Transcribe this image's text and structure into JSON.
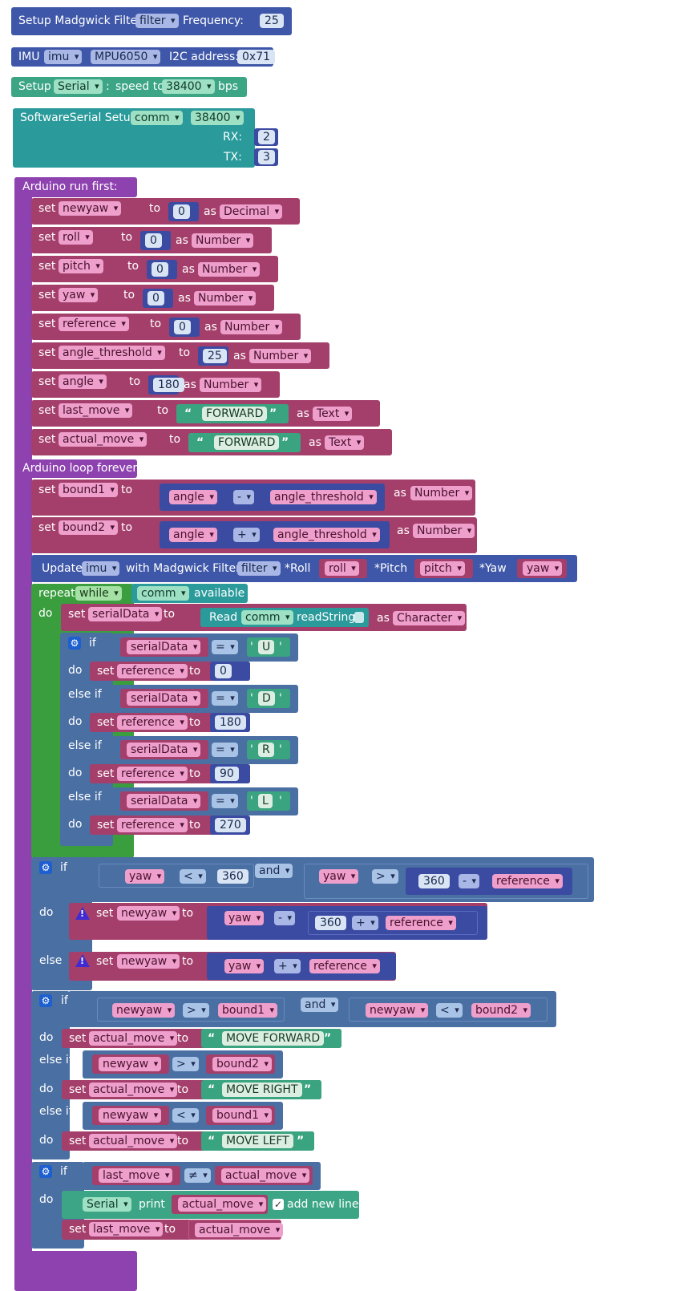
{
  "colors": {
    "imu": "#3f57a8",
    "serial": "#3ca585",
    "softserial": "#2a9a9b",
    "arduino": "#8e42b0",
    "var": "#a43f6b",
    "math": "#3b4ba2",
    "logic": "#4a6fa3",
    "loop": "#3a9d3e",
    "text": "#3aa37f",
    "dd_var": "#ef9fcb",
    "dd_imu": "#a9b7e6",
    "dd_serial": "#9ee0c4",
    "dd_loop": "#a5e0a5"
  },
  "madgwick": {
    "label": "Setup Madgwick Filter",
    "filter": "filter",
    "freq_label": "Frequency:",
    "freq": "25"
  },
  "imu": {
    "label": "IMU",
    "name": "imu",
    "sensor": "MPU6050",
    "addr_label": "I2C address:",
    "addr": "0x71"
  },
  "serial": {
    "label": "Setup",
    "port": "Serial",
    "colon": ":",
    "speed_label": "speed to",
    "speed": "38400",
    "unit": "bps"
  },
  "soft": {
    "label": "SoftwareSerial Setup",
    "name": "comm",
    "speed": "38400",
    "rx_label": "RX:",
    "rx": "2",
    "tx_label": "TX:",
    "tx": "3"
  },
  "run_first": {
    "title": "Arduino run first:",
    "rows": [
      {
        "var": "newyaw",
        "kind": "num",
        "value": "0",
        "type": "Decimal"
      },
      {
        "var": "roll",
        "kind": "num",
        "value": "0",
        "type": "Number"
      },
      {
        "var": "pitch",
        "kind": "num",
        "value": "0",
        "type": "Number"
      },
      {
        "var": "yaw",
        "kind": "num",
        "value": "0",
        "type": "Number"
      },
      {
        "var": "reference",
        "kind": "num",
        "value": "0",
        "type": "Number"
      },
      {
        "var": "angle_threshold",
        "kind": "num",
        "value": "25",
        "type": "Number"
      },
      {
        "var": "angle",
        "kind": "num",
        "value": "180",
        "type": "Number"
      },
      {
        "var": "last_move",
        "kind": "text",
        "value": "FORWARD",
        "type": "Text"
      },
      {
        "var": "actual_move",
        "kind": "text",
        "value": "FORWARD",
        "type": "Text"
      }
    ]
  },
  "loop": {
    "title": "Arduino loop forever:",
    "bound1": {
      "var": "bound1",
      "a": "angle",
      "op": "-",
      "b": "angle_threshold",
      "type": "Number"
    },
    "bound2": {
      "var": "bound2",
      "a": "angle",
      "op": "+",
      "b": "angle_threshold",
      "type": "Number"
    },
    "update": {
      "label": "Update",
      "imu": "imu",
      "with": "with Madgwick Filter:",
      "filter": "filter",
      "roll_label": "*Roll",
      "roll": "roll",
      "pitch_label": "*Pitch",
      "pitch": "pitch",
      "yaw_label": "*Yaw",
      "yaw": "yaw"
    },
    "repeat": {
      "label": "repeat",
      "mode": "while",
      "comm": "comm",
      "available": "available",
      "do": "do",
      "read": {
        "var": "serialData",
        "read_label": "Read",
        "port": "comm",
        "method": "readString",
        "type": "Character"
      },
      "branches": [
        {
          "label": "if",
          "value": "U",
          "ref": "0"
        },
        {
          "label": "else if",
          "value": "D",
          "ref": "180"
        },
        {
          "label": "else if",
          "value": "R",
          "ref": "90"
        },
        {
          "label": "else if",
          "value": "L",
          "ref": "270"
        }
      ]
    },
    "if_yaw": {
      "if_label": "if",
      "yaw": "yaw",
      "lt": "<",
      "n360": "360",
      "and": "and",
      "gt": ">",
      "minus": "-",
      "plus": "+",
      "ref": "reference",
      "do_label": "do",
      "else_label": "else",
      "newyaw": "newyaw",
      "warn": "!"
    },
    "if_move": {
      "newyaw": "newyaw",
      "bound1": "bound1",
      "bound2": "bound2",
      "gt": ">",
      "lt": "<",
      "and": "and",
      "var": "actual_move",
      "forward": "MOVE FORWARD",
      "right": "MOVE RIGHT",
      "left": "MOVE LEFT"
    },
    "if_print": {
      "last": "last_move",
      "ne": "≠",
      "actual": "actual_move",
      "port": "Serial",
      "print": "print",
      "newline": "add new line",
      "check": "✓"
    }
  },
  "common": {
    "set": "set",
    "to": "to",
    "as": "as",
    "do": "do",
    "q_open": "“",
    "q_close": "”",
    "eq": "=",
    "gear": "⚙",
    "sq": "'"
  }
}
